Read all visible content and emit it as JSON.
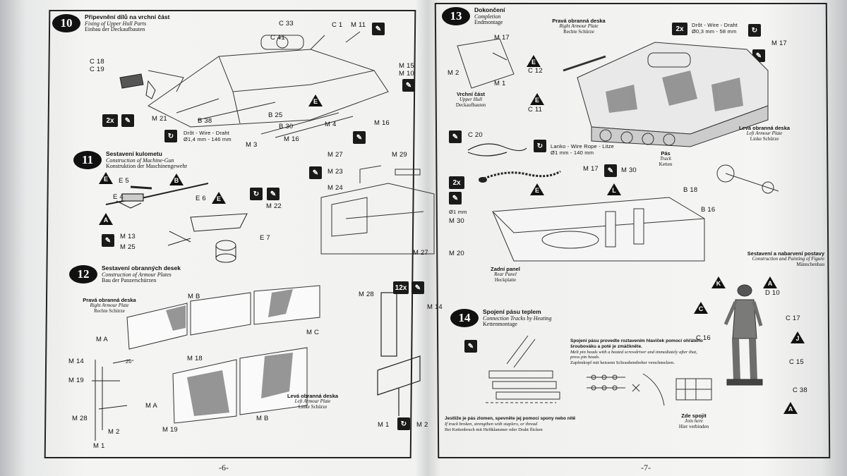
{
  "left_page": {
    "page_number": "-6-",
    "step10": {
      "number": "10",
      "cz": "Připevnění dílů na vrchní část",
      "en": "Fixing of Upper Hull Parts",
      "de": "Einbau der Deckaufbauten",
      "labels": [
        "C 33",
        "C 1",
        "M 11",
        "C 41",
        "C 18",
        "C 19",
        "M 15",
        "M 10",
        "B 25",
        "B 38",
        "M 21",
        "B 30",
        "M 4",
        "M 16",
        "M 3",
        "M 16"
      ],
      "wire_text": "Drôt - Wire - Draht",
      "wire_dim": "Ø1,4 mm - 146 mm"
    },
    "step11": {
      "number": "11",
      "cz": "Sestavení kulometu",
      "en": "Construction of Machine-Gun",
      "de": "Konstruktion der Maschinengewehr",
      "labels": [
        "E 5",
        "E 4",
        "E 6",
        "M 13",
        "M 25",
        "M 22",
        "E 7",
        "M 27",
        "M 23",
        "M 29",
        "M 24",
        "M 27"
      ]
    },
    "step12": {
      "number": "12",
      "cz": "Sestavení obranných desek",
      "en": "Construction of Armour Plates",
      "de": "Bau der Panzerschürzen",
      "right_plate": {
        "cz": "Pravá obranná deska",
        "en": "Right Armour Plate",
        "de": "Rechte Schürze"
      },
      "left_plate": {
        "cz": "Levá obranná deska",
        "en": "Left Armour Plate",
        "de": "Linke Schürze"
      },
      "labels": [
        "M B",
        "M A",
        "M C",
        "M 18",
        "M A",
        "M B",
        "M 19",
        "M 14",
        "M 19",
        "M 28",
        "M 2",
        "M 1",
        "M 28",
        "M 14",
        "M 1",
        "M 2"
      ],
      "angle": "20°"
    }
  },
  "right_page": {
    "page_number": "-7-",
    "step13": {
      "number": "13",
      "cz": "Dokončení",
      "en": "Completion",
      "de": "Endmontage",
      "right_plate": {
        "cz": "Pravá obranná deska",
        "en": "Right Armour Plate",
        "de": "Rechte Schürze"
      },
      "left_plate": {
        "cz": "Levá obranná deska",
        "en": "Left Armour Plate",
        "de": "Linke Schürze"
      },
      "upper_hull": {
        "cz": "Vrchní část",
        "en": "Upper Hull",
        "de": "Deckaufbauten"
      },
      "track": {
        "cz": "Pás",
        "en": "Track",
        "de": "Ketten"
      },
      "rear_panel": {
        "cz": "Zadní panel",
        "en": "Rear Panel",
        "de": "Heckplatte"
      },
      "wire_text": "Drôt - Wire - Draht",
      "wire_dim": "Ø0,3 mm - 58 mm",
      "rope_text": "Lanko - Wire Rope - Litze",
      "rope_dim": "Ø1 mm - 140 mm",
      "rope_dia": "Ø1 mm",
      "labels": [
        "M 17",
        "M 2",
        "M 1",
        "C 12",
        "C 11",
        "M 17",
        "C 20",
        "M 17",
        "M 30",
        "M 30",
        "M 20",
        "B 18",
        "B 16"
      ],
      "figure": {
        "cz": "Sestavení a nabarvení postavy",
        "en": "Construction and Painting of Figure",
        "de": "Männchenbau"
      },
      "figure_labels": [
        "D 10",
        "C 17",
        "C 16",
        "C 15",
        "C 38"
      ]
    },
    "step14": {
      "number": "14",
      "cz": "Spojení pásu teplem",
      "en": "Connection Tracks by Heating",
      "de": "Kettenmontage",
      "note1_cz": "Spojení pásu provedte roztavením hlaviček pomocí ohřátého šroubováku a poté je zmáčkněte.",
      "note1_en": "Melt pin heads with a heated screwdriver and immediately after that, press pin heads.",
      "note1_de": "Zapfenkopf mit heissem Schraubendreher verschmelzen.",
      "note2_cz": "Jestliže je pás zlomen, spevněte jej pomocí spony nebo nitě",
      "note2_en": "If track broken, strengthen with staplers, or thread",
      "note2_de": "Bei Kettenbruch mit Heftklammer oder Draht flicken",
      "join": {
        "cz": "Zde spojit",
        "en": "Join here",
        "de": "Hier verbinden"
      }
    }
  },
  "badges": {
    "mult2": "2x",
    "mult12": "12x",
    "glue": "✎",
    "rotate": "↻"
  },
  "accent": "#111111"
}
